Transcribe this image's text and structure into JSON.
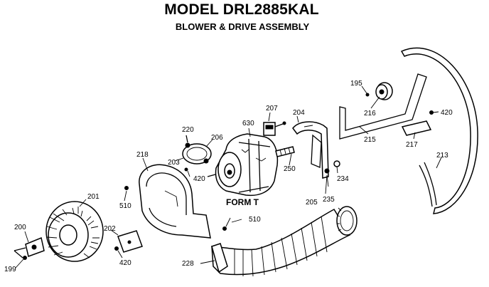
{
  "title": "MODEL DRL2885KAL",
  "subtitle": "BLOWER & DRIVE ASSEMBLY",
  "form_label": "FORM T",
  "labels": {
    "p195": "195",
    "p199": "199",
    "p200": "200",
    "p201": "201",
    "p202": "202",
    "p203": "203",
    "p204": "204",
    "p205": "205",
    "p206": "206",
    "p207": "207",
    "p213": "213",
    "p215": "215",
    "p216": "216",
    "p217": "217",
    "p218": "218",
    "p220": "220",
    "p228": "228",
    "p234": "234",
    "p235": "235",
    "p250": "250",
    "p420a": "420",
    "p420b": "420",
    "p420c": "420",
    "p510a": "510",
    "p510b": "510",
    "p630": "630"
  }
}
